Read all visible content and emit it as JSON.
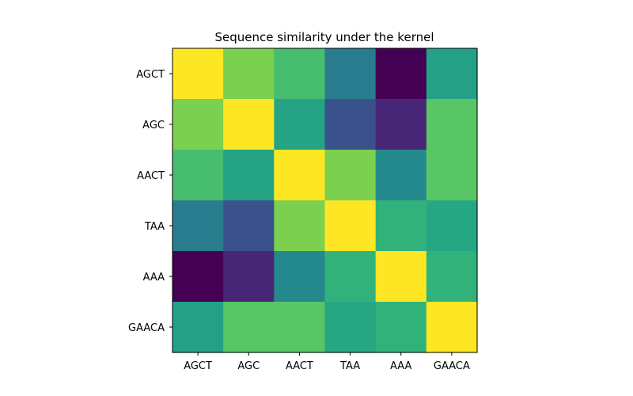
{
  "chart_data": {
    "type": "heatmap",
    "title": "Sequence similarity under the kernel",
    "xlabel": "",
    "ylabel": "",
    "x_categories": [
      "AGCT",
      "AGC",
      "AACT",
      "TAA",
      "AAA",
      "GAACA"
    ],
    "y_categories": [
      "AGCT",
      "AGC",
      "AACT",
      "TAA",
      "AAA",
      "GAACA"
    ],
    "values": [
      [
        1.0,
        0.8,
        0.7,
        0.42,
        0.0,
        0.57
      ],
      [
        0.8,
        1.0,
        0.58,
        0.25,
        0.11,
        0.74
      ],
      [
        0.7,
        0.58,
        1.0,
        0.8,
        0.47,
        0.74
      ],
      [
        0.42,
        0.25,
        0.8,
        1.0,
        0.65,
        0.6
      ],
      [
        0.0,
        0.11,
        0.47,
        0.65,
        1.0,
        0.65
      ],
      [
        0.57,
        0.74,
        0.74,
        0.6,
        0.65,
        1.0
      ]
    ],
    "colormap": "viridis",
    "value_range": [
      0,
      1
    ],
    "grid": false,
    "colorbar": false
  }
}
